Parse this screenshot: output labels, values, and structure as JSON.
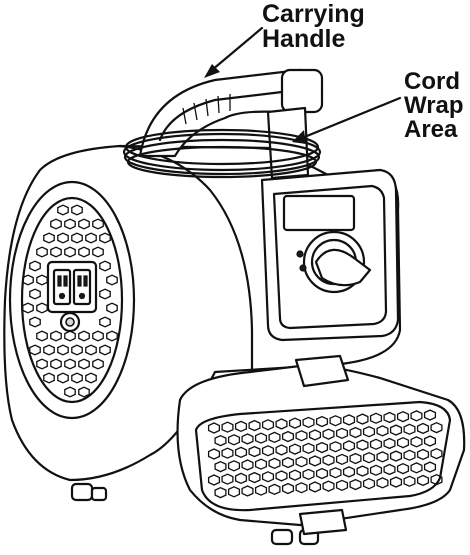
{
  "diagram": {
    "callouts": [
      {
        "id": "handle",
        "lines": [
          "Carrying",
          "Handle"
        ]
      },
      {
        "id": "cord",
        "lines": [
          "Cord",
          "Wrap",
          "Area"
        ]
      }
    ],
    "colors": {
      "ink": "#111111",
      "paper": "#ffffff",
      "shade": "#d9d9d9"
    }
  }
}
